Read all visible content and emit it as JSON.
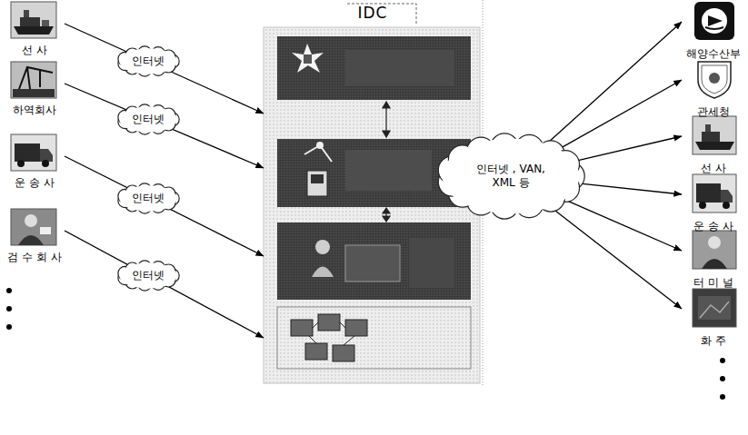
{
  "diagram": {
    "nodes": [
      {
        "text": [
          "선 사"
        ]
      },
      {
        "text": [
          "하역회사"
        ]
      },
      {
        "text": [
          "운 송 사"
        ]
      },
      {
        "text": [
          "검 수 회 사"
        ]
      },
      {
        "text": [
          "IDC"
        ]
      },
      {
        "text": [
          "인터넷 , VAN, XML 등"
        ]
      },
      {
        "text": [
          "해양수산부"
        ]
      },
      {
        "text": [
          "관세청"
        ]
      },
      {
        "text": [
          "선 사"
        ]
      },
      {
        "text": [
          "운 송 사"
        ]
      },
      {
        "text": [
          "터 미 널"
        ]
      },
      {
        "text": [
          "화 주"
        ]
      }
    ],
    "edges": [
      {
        "from": 0,
        "to": 4,
        "label": "인터넷",
        "arrow": "to"
      },
      {
        "from": 1,
        "to": 4,
        "label": "인터넷",
        "arrow": "to"
      },
      {
        "from": 2,
        "to": 4,
        "label": "인터넷",
        "arrow": "to"
      },
      {
        "from": 3,
        "to": 4,
        "label": "인터넷",
        "arrow": "to"
      },
      {
        "from": 5,
        "to": 6,
        "arrow": "to"
      },
      {
        "from": 5,
        "to": 7,
        "arrow": "to"
      },
      {
        "from": 5,
        "to": 8,
        "arrow": "to"
      },
      {
        "from": 5,
        "to": 9,
        "arrow": "to"
      },
      {
        "from": 5,
        "to": 10,
        "arrow": "to"
      },
      {
        "from": 5,
        "to": 11,
        "arrow": "to"
      }
    ]
  }
}
